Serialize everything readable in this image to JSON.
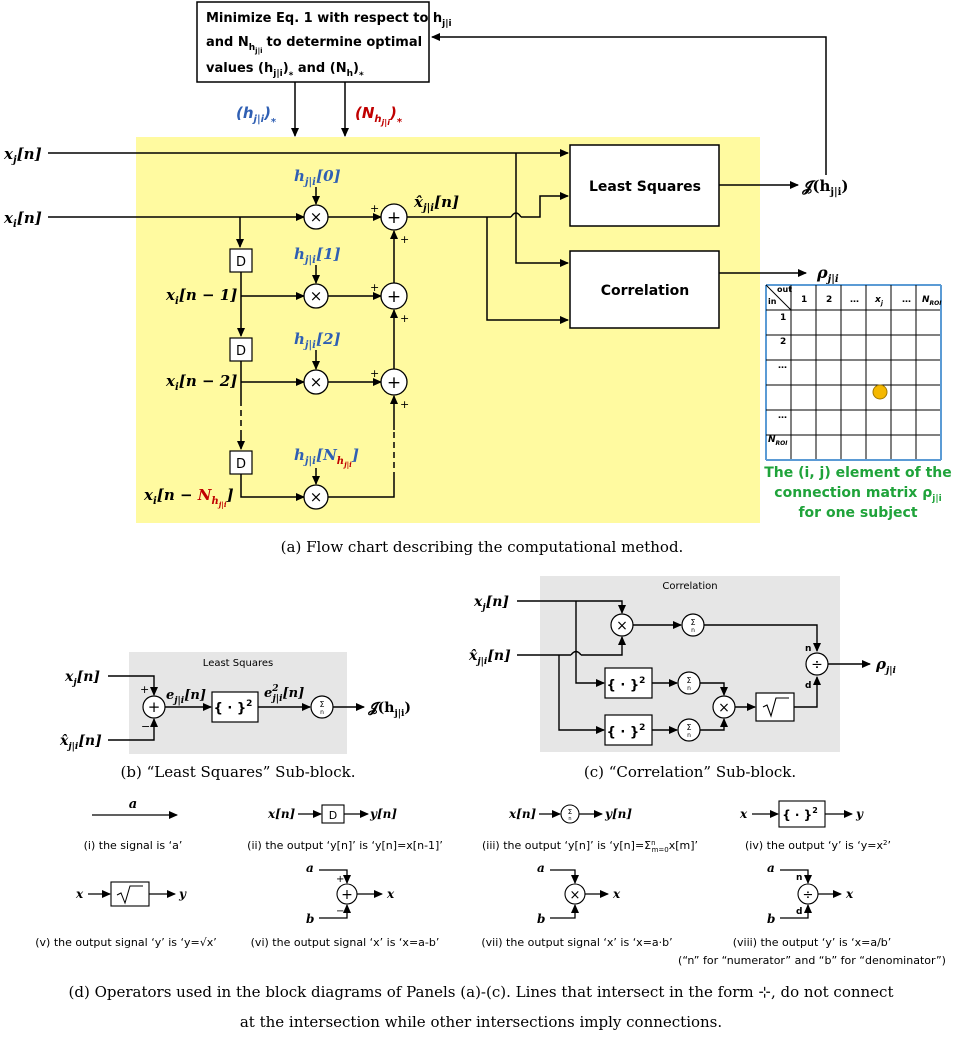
{
  "panel_a": {
    "minimize_box": {
      "line1": "Minimize Eq. 1 with respect to h",
      "line1_sub": "j|i",
      "line2": "and N",
      "line2_sub": "h",
      "line2_subsub": "j|i",
      "line2_rest": "to determine optimal",
      "line3_a": "values (h",
      "line3_sub": "j|i",
      "line3_b": ")",
      "line3_star": "*",
      "line3_c": " and (N",
      "line3_d": ")",
      "line3_star2": "*"
    },
    "opt_h_label": "(h",
    "opt_h_sub": "j|i",
    "opt_h_close": ")",
    "opt_h_star": "*",
    "opt_N_label": "(N",
    "opt_N_sub": "h",
    "opt_N_subsub": "j|i",
    "opt_N_close": ")",
    "opt_N_star": "*",
    "input_xj": "x",
    "input_xj_sub": "j",
    "input_xj_arg": "[n]",
    "input_xi": "x",
    "input_xi_sub": "i",
    "input_xi_arg": "[n]",
    "h0": "h",
    "h_sub": "j|i",
    "h0_arg": "[0]",
    "h1_arg": "[1]",
    "h2_arg": "[2]",
    "hN_open": "[N",
    "hN_sub": "h",
    "hN_subsub": "j|i",
    "hN_close": "]",
    "delay_label": "D",
    "xi_n1": "x",
    "xi_n1_sub": "i",
    "xi_n1_arg": "[n − 1]",
    "xi_n2_arg": "[n − 2]",
    "xi_nN_arg_a": "[n − ",
    "xi_nN_N": "N",
    "xi_nN_sub": "h",
    "xi_nN_subsub": "j|i",
    "xi_nN_close": "]",
    "xhat_label": "x̂",
    "xhat_sub": "j|i",
    "xhat_arg": "[n]",
    "least_squares": "Least Squares",
    "correlation": "Correlation",
    "J_label": "𝓙(h",
    "J_sub": "j|i",
    "J_close": ")",
    "rho_label": "ρ",
    "rho_sub": "j|i",
    "plus": "+",
    "times": "×",
    "matrix": {
      "out_label": "out",
      "in_label": "in",
      "col_headers": [
        "1",
        "2",
        "…",
        "x",
        "…",
        "N"
      ],
      "col_j_sub": "j",
      "col_N_sub": "ROI",
      "row_headers": [
        "1",
        "2",
        "…",
        "",
        "…",
        "N"
      ],
      "row_N_sub": "ROI",
      "dot_color": "#f5b800"
    },
    "green_text": {
      "line1": "The (i, j) element of the",
      "line2": "connection matrix  ρ",
      "line2_sub": "j|i",
      "line3": "for one subject"
    },
    "caption": "(a) Flow chart describing the computational method."
  },
  "panel_b": {
    "title": "Least Squares",
    "xj": "x",
    "xj_sub": "j",
    "xj_arg": "[n]",
    "xhat": "x̂",
    "xhat_sub": "j|i",
    "xhat_arg": "[n]",
    "e": "e",
    "e_sub": "j|i",
    "e_arg": "[n]",
    "e2": "e",
    "e2_sup": "2",
    "e2_sub": "j|i",
    "e2_arg": "[n]",
    "square_box": "{ · }",
    "square_sup": "2",
    "sum_sym": "Σ",
    "sum_sub": "n",
    "J": "𝓙(h",
    "J_sub": "j|i",
    "J_close": ")",
    "plus": "+",
    "minus": "−",
    "caption": "(b) “Least Squares” Sub-block."
  },
  "panel_c": {
    "title": "Correlation",
    "xj": "x",
    "xj_sub": "j",
    "xj_arg": "[n]",
    "xhat": "x̂",
    "xhat_sub": "j|i",
    "xhat_arg": "[n]",
    "square_box": "{ · }",
    "square_sup": "2",
    "sum_sym": "Σ",
    "sum_sub": "n",
    "n_label": "n",
    "d_label": "d",
    "div": "÷",
    "times": "×",
    "sqrt": "√",
    "rho": "ρ",
    "rho_sub": "j|i",
    "caption": "(c) “Correlation” Sub-block."
  },
  "panel_d": {
    "i_sig": "a",
    "i_text": "(i) the signal is ‘a’",
    "ii_in": "x[n]",
    "ii_box": "D",
    "ii_out": "y[n]",
    "ii_text": "(ii) the output ‘y[n]’ is ‘y[n]=x[n-1]’",
    "iii_in": "x[n]",
    "iii_out": "y[n]",
    "iii_text_a": "(iii) the output ‘y[n]’ is ‘y[n]=Σ",
    "iii_text_sup": "n",
    "iii_text_sub": "m=0",
    "iii_text_b": "x[m]’",
    "iv_in": "x",
    "iv_box": "{ · }",
    "iv_sup": "2",
    "iv_out": "y",
    "iv_text_a": "(iv) the output ‘y’ is ‘y=x",
    "iv_text_sup": "2",
    "iv_text_b": "’",
    "v_in": "x",
    "v_out": "y",
    "v_text_a": "(v) the output signal ‘y’ is ‘y=",
    "v_text_sqrt": "√x",
    "v_text_b": "’",
    "vi_a": "a",
    "vi_b": "b",
    "vi_out": "x",
    "vi_text": "(vi) the output signal ‘x’ is ‘x=a-b’",
    "vii_a": "a",
    "vii_b": "b",
    "vii_out": "x",
    "vii_text": "(vii) the output signal ‘x’ is ‘x=a·b’",
    "viii_a": "a",
    "viii_b": "b",
    "viii_out": "x",
    "viii_n": "n",
    "viii_d": "d",
    "viii_text": "(viii) the output ‘y’ is ‘x=a/b’",
    "viii_text2": "(“n” for “numerator” and “b” for “denominator”)",
    "caption_line1": "(d) Operators used in the block diagrams of Panels (a)-(c). Lines that intersect in the form ⊹, do not connect",
    "caption_line2": "at the intersection while other intersections imply connections."
  },
  "colors": {
    "yellow_bg": "#fffaa0",
    "gray_bg": "#e6e6e6",
    "blue": "#2f5fb3",
    "red": "#c00000",
    "green": "#1fa33a",
    "matrix_border": "#5b9bd5"
  }
}
